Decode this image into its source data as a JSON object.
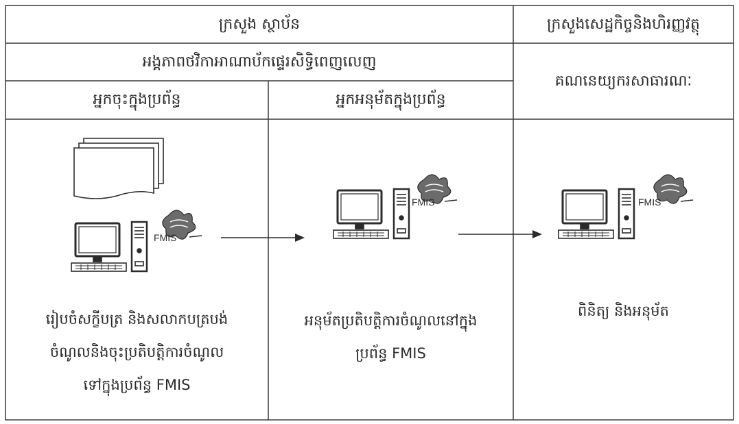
{
  "header": {
    "ministry_institution": "ក្រសួង ស្ថាប័ន",
    "ministry_economy_finance": "ក្រសួងសេដ្ឋកិច្ចនិងហិរញ្ញវត្ថុ",
    "full_authority_budget_entity": "អង្គភាពថវិកាអាណាប័កផ្ទេរសិទ្ធិពេញលេញ",
    "public_accounting_officer": "គណនេយ្យករសាធារណៈ",
    "entry_user": "អ្នកចុះក្នុងប្រព័ន្ធ",
    "approver_user": "អ្នកអនុម័តក្នុងប្រព័ន្ធ"
  },
  "steps": {
    "step1_lines": [
      "រៀបចំសក្ខីបត្រ និងសលាកបត្របង់",
      "ចំណូលនិងចុះប្រតិបត្តិការចំណូល",
      "ទៅក្នុងប្រព័ន្ធ FMIS"
    ],
    "step2_lines": [
      "អនុម័តប្រតិបត្តិការចំណូលនៅក្នុង",
      "ប្រព័ន្ធ FMIS"
    ],
    "step3_lines": [
      "ពិនិត្យ និងអនុម័ត"
    ]
  },
  "logo": {
    "text": "FMIS"
  },
  "colors": {
    "line": "#3a3a3a",
    "monitor_screen": "#ffffff",
    "dark": "#2b2b2b"
  }
}
